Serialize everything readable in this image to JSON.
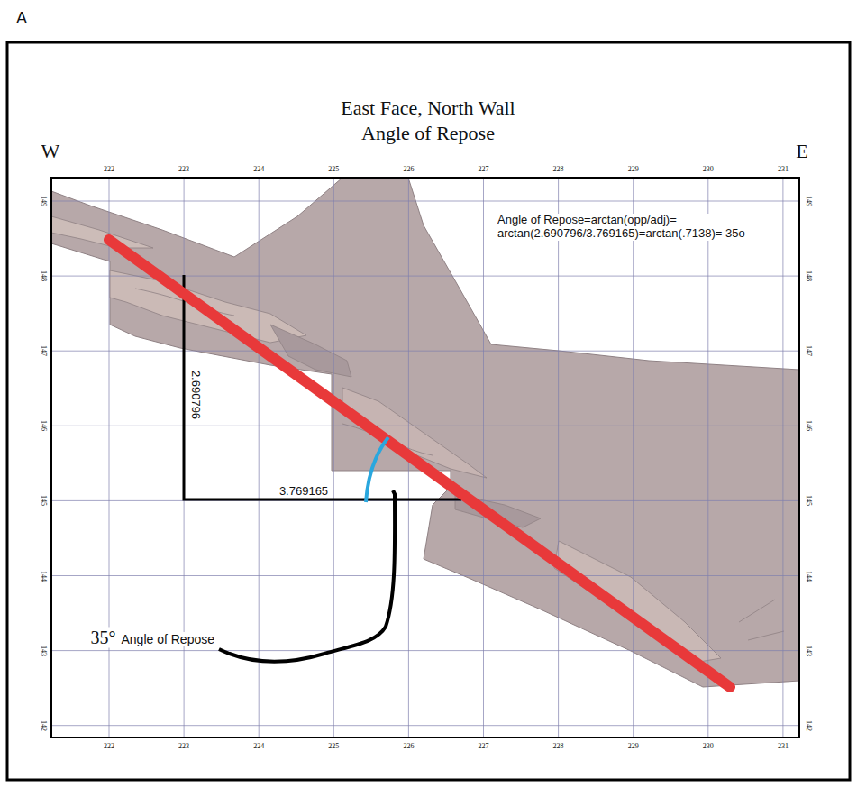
{
  "diagram": {
    "title": "East Face, North Wall Angle of Repose",
    "labels": [
      "A",
      "W",
      "E",
      "222",
      "223",
      "224",
      "225",
      "226",
      "227",
      "228",
      "229",
      "230",
      "231",
      "222",
      "223",
      "224",
      "225",
      "226",
      "227",
      "228",
      "229",
      "230",
      "231",
      "149",
      "148",
      "147",
      "146",
      "145",
      "144",
      "143",
      "142",
      "149",
      "148",
      "147",
      "146",
      "145",
      "144",
      "143",
      "142",
      "Angle of Repose=arctan(opp/adj)= arctan(2.690796/3.769165)=arctan(.7138)= 35o",
      "2.690796",
      "3.769165",
      "35°",
      "Angle of Repose"
    ]
  }
}
